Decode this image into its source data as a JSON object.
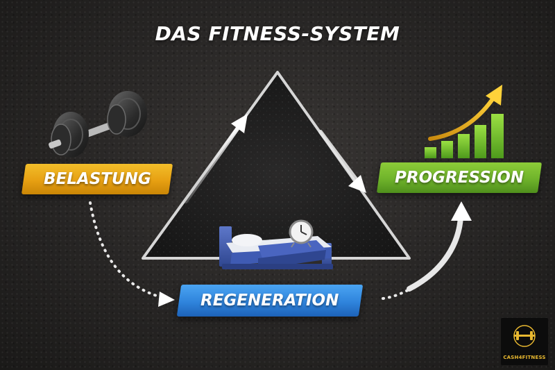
{
  "title": "DAS FITNESS-SYSTEM",
  "nodes": {
    "belastung": "BELASTUNG",
    "progression": "PROGRESSION",
    "regeneration": "REGENERATION"
  },
  "logo": {
    "text": "CASH4FITNESS"
  },
  "colors": {
    "background": "#2a2827",
    "belastung": "#e7a012",
    "progression": "#6fb32b",
    "regeneration": "#2f84dc",
    "logo_accent": "#e8b830"
  },
  "icons": [
    "dumbbell-icon",
    "growth-chart-icon",
    "bed-icon",
    "clock-icon"
  ]
}
